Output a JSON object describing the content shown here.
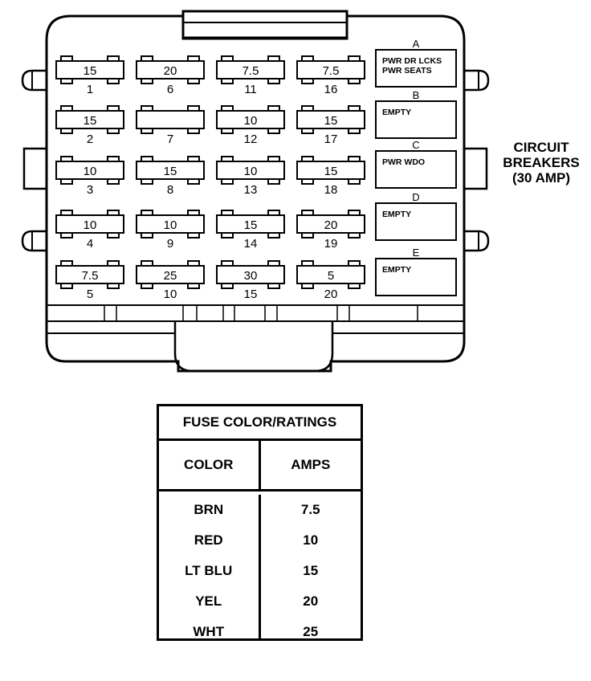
{
  "fuses": [
    {
      "number": "1",
      "amps": "15"
    },
    {
      "number": "2",
      "amps": "15"
    },
    {
      "number": "3",
      "amps": "10"
    },
    {
      "number": "4",
      "amps": "10"
    },
    {
      "number": "5",
      "amps": "7.5"
    },
    {
      "number": "6",
      "amps": "20"
    },
    {
      "number": "7",
      "amps": ""
    },
    {
      "number": "8",
      "amps": "15"
    },
    {
      "number": "9",
      "amps": "10"
    },
    {
      "number": "10",
      "amps": "25"
    },
    {
      "number": "11",
      "amps": "7.5"
    },
    {
      "number": "12",
      "amps": "10"
    },
    {
      "number": "13",
      "amps": "10"
    },
    {
      "number": "14",
      "amps": "15"
    },
    {
      "number": "15",
      "amps": "30"
    },
    {
      "number": "16",
      "amps": "7.5"
    },
    {
      "number": "17",
      "amps": "15"
    },
    {
      "number": "18",
      "amps": "15"
    },
    {
      "number": "19",
      "amps": "20"
    },
    {
      "number": "20",
      "amps": "5"
    }
  ],
  "breakers": [
    {
      "letter": "A",
      "lines": [
        "PWR DR LCKS",
        "PWR SEATS"
      ]
    },
    {
      "letter": "B",
      "lines": [
        "EMPTY"
      ]
    },
    {
      "letter": "C",
      "lines": [
        "PWR WDO"
      ]
    },
    {
      "letter": "D",
      "lines": [
        "EMPTY"
      ]
    },
    {
      "letter": "E",
      "lines": [
        "EMPTY"
      ]
    }
  ],
  "breaker_title": [
    "CIRCUIT",
    "BREAKERS",
    "(30 AMP)"
  ],
  "ratings": {
    "title": "FUSE COLOR/RATINGS",
    "headers": {
      "color": "COLOR",
      "amps": "AMPS"
    },
    "rows": [
      {
        "color": "BRN",
        "amps": "7.5"
      },
      {
        "color": "RED",
        "amps": "10"
      },
      {
        "color": "LT BLU",
        "amps": "15"
      },
      {
        "color": "YEL",
        "amps": "20"
      },
      {
        "color": "WHT",
        "amps": "25"
      }
    ]
  }
}
